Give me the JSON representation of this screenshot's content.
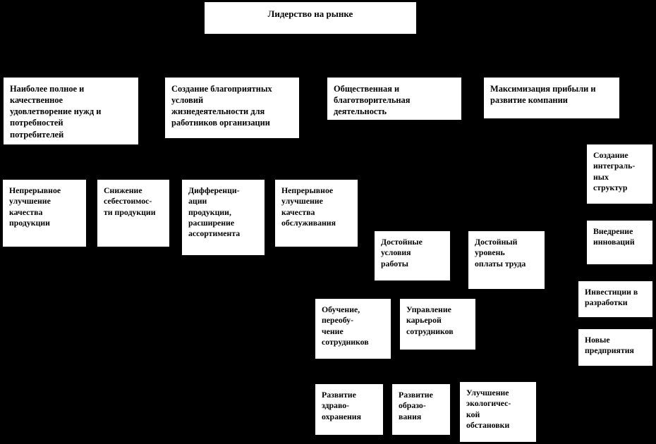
{
  "diagram": {
    "title": "Лидерство на рынке",
    "background_color": "#000000",
    "node_fill_color": "#ffffff",
    "node_text_color": "#000000",
    "levels": {
      "root": "Лидерство на рынке",
      "level1": [
        "Наиболее полное  и качественное удовлетворение нужд и потребностей потребителей",
        "Создание благоприятных условий жизнедеятельности для работников организации",
        "Общественная и благотворительная деятельность",
        "Максимизация прибыли и развитие компании"
      ]
    },
    "nodes": {
      "root": "Лидерство на  рынке",
      "customer_satisfaction": "Наиболее полное  и\nкачественное\nудовлетворение нужд и\nпотребностей\nпотребителей",
      "employee_conditions": "Создание благоприятных\nусловий\nжизнедеятельности для\nработников организации",
      "social_charity": "Общественная и\nблаготворительная\nдеятельность",
      "profit_growth": "Максимизация прибыли и\nразвитие компании",
      "product_quality": "Непрерывное\nулучшение\nкачества\nпродукции",
      "cost_reduction": "Снижение\nсебестоимос-\nти продукции",
      "differentiation": "Дифференци-\nации\nпродукции,\nрасширение\nассортимента",
      "service_quality": "Непрерывное\nулучшение\nкачества\nобслуживания",
      "work_conditions": "Достойные\nусловия\nработы",
      "pay_level": "Достойный\nуровень\nоплаты труда",
      "training": "Обучение,\nпереобу-\nчение\nсотрудников",
      "career_management": "Управление\nкарьерой\nсотрудников",
      "healthcare": "Развитие\nздраво-\nохранения",
      "education": "Развитие\nобразо-\nвания",
      "ecology": "Улучшение\nэкологичес-\nкой\nобстановки",
      "integral_structures": "Создание\nинтеграль-\nных\nструктур",
      "innovation": "Внедрение\nинноваций",
      "rnd_investment": "Инвестиции в\nразработки",
      "new_enterprises": "Новые\nпредприятия"
    }
  }
}
